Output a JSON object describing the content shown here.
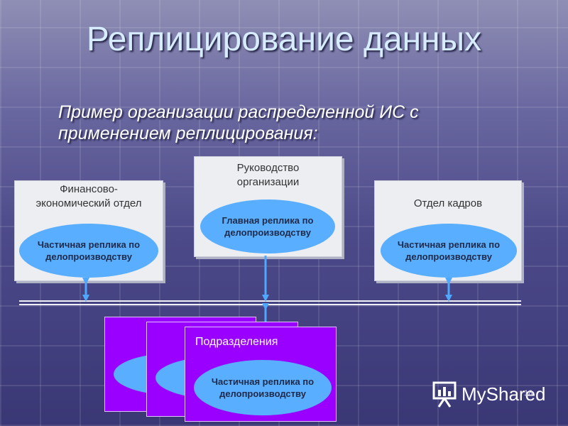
{
  "slide": {
    "title": "Реплицирование данных",
    "subtitle": "Пример организации распределенной ИС с применением реплицирования:",
    "page_number": "18"
  },
  "nodes": {
    "finance": {
      "title": "Финансово-\nэкономический отдел",
      "replica": "Частичная реплика по делопроизводству"
    },
    "management": {
      "title": "Руководство организации",
      "replica": "Главная реплика по делопроизводству"
    },
    "hr": {
      "title": "Отдел кадров",
      "replica": "Частичная реплика по делопроизводству"
    },
    "divisions": {
      "title": "Подразделения",
      "replica": "Частичная реплика по делопроизводству"
    }
  },
  "watermark": {
    "brand": "MyShared"
  },
  "colors": {
    "arrow": "#4ea8ff",
    "replica_fill": "#5aaeff",
    "division_fill": "#9900ff"
  }
}
